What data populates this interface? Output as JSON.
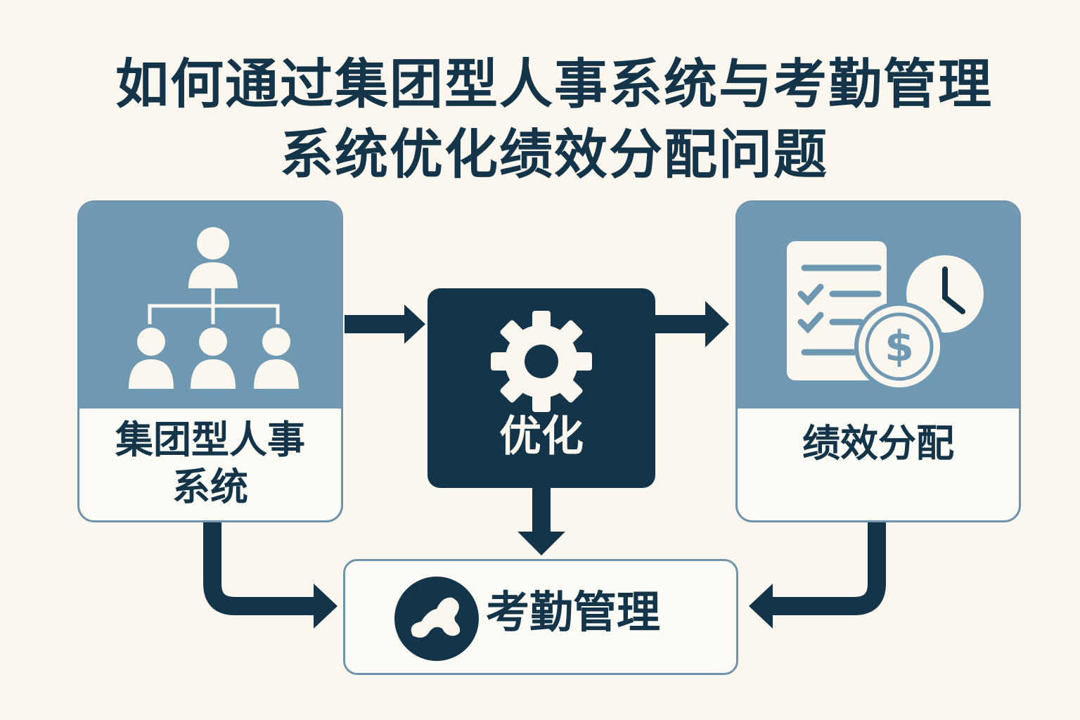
{
  "title": {
    "line1": "如何通过集团型人事系统与考勤管理",
    "line2": "系统优化绩效分配问题"
  },
  "nodes": {
    "hr_system": {
      "line1": "集团型人事",
      "line2": "系统",
      "icon": "org-chart-icon"
    },
    "optimize": {
      "label": "优化",
      "icon": "gear-icon"
    },
    "performance": {
      "label": "绩效分配",
      "icon": "checklist-clock-dollar-icon"
    },
    "attendance": {
      "label": "考勤管理",
      "icon": "attendance-icon"
    }
  },
  "colors": {
    "background": "#fbf7ee",
    "dark": "#143549",
    "accent": "#6f99b3"
  }
}
